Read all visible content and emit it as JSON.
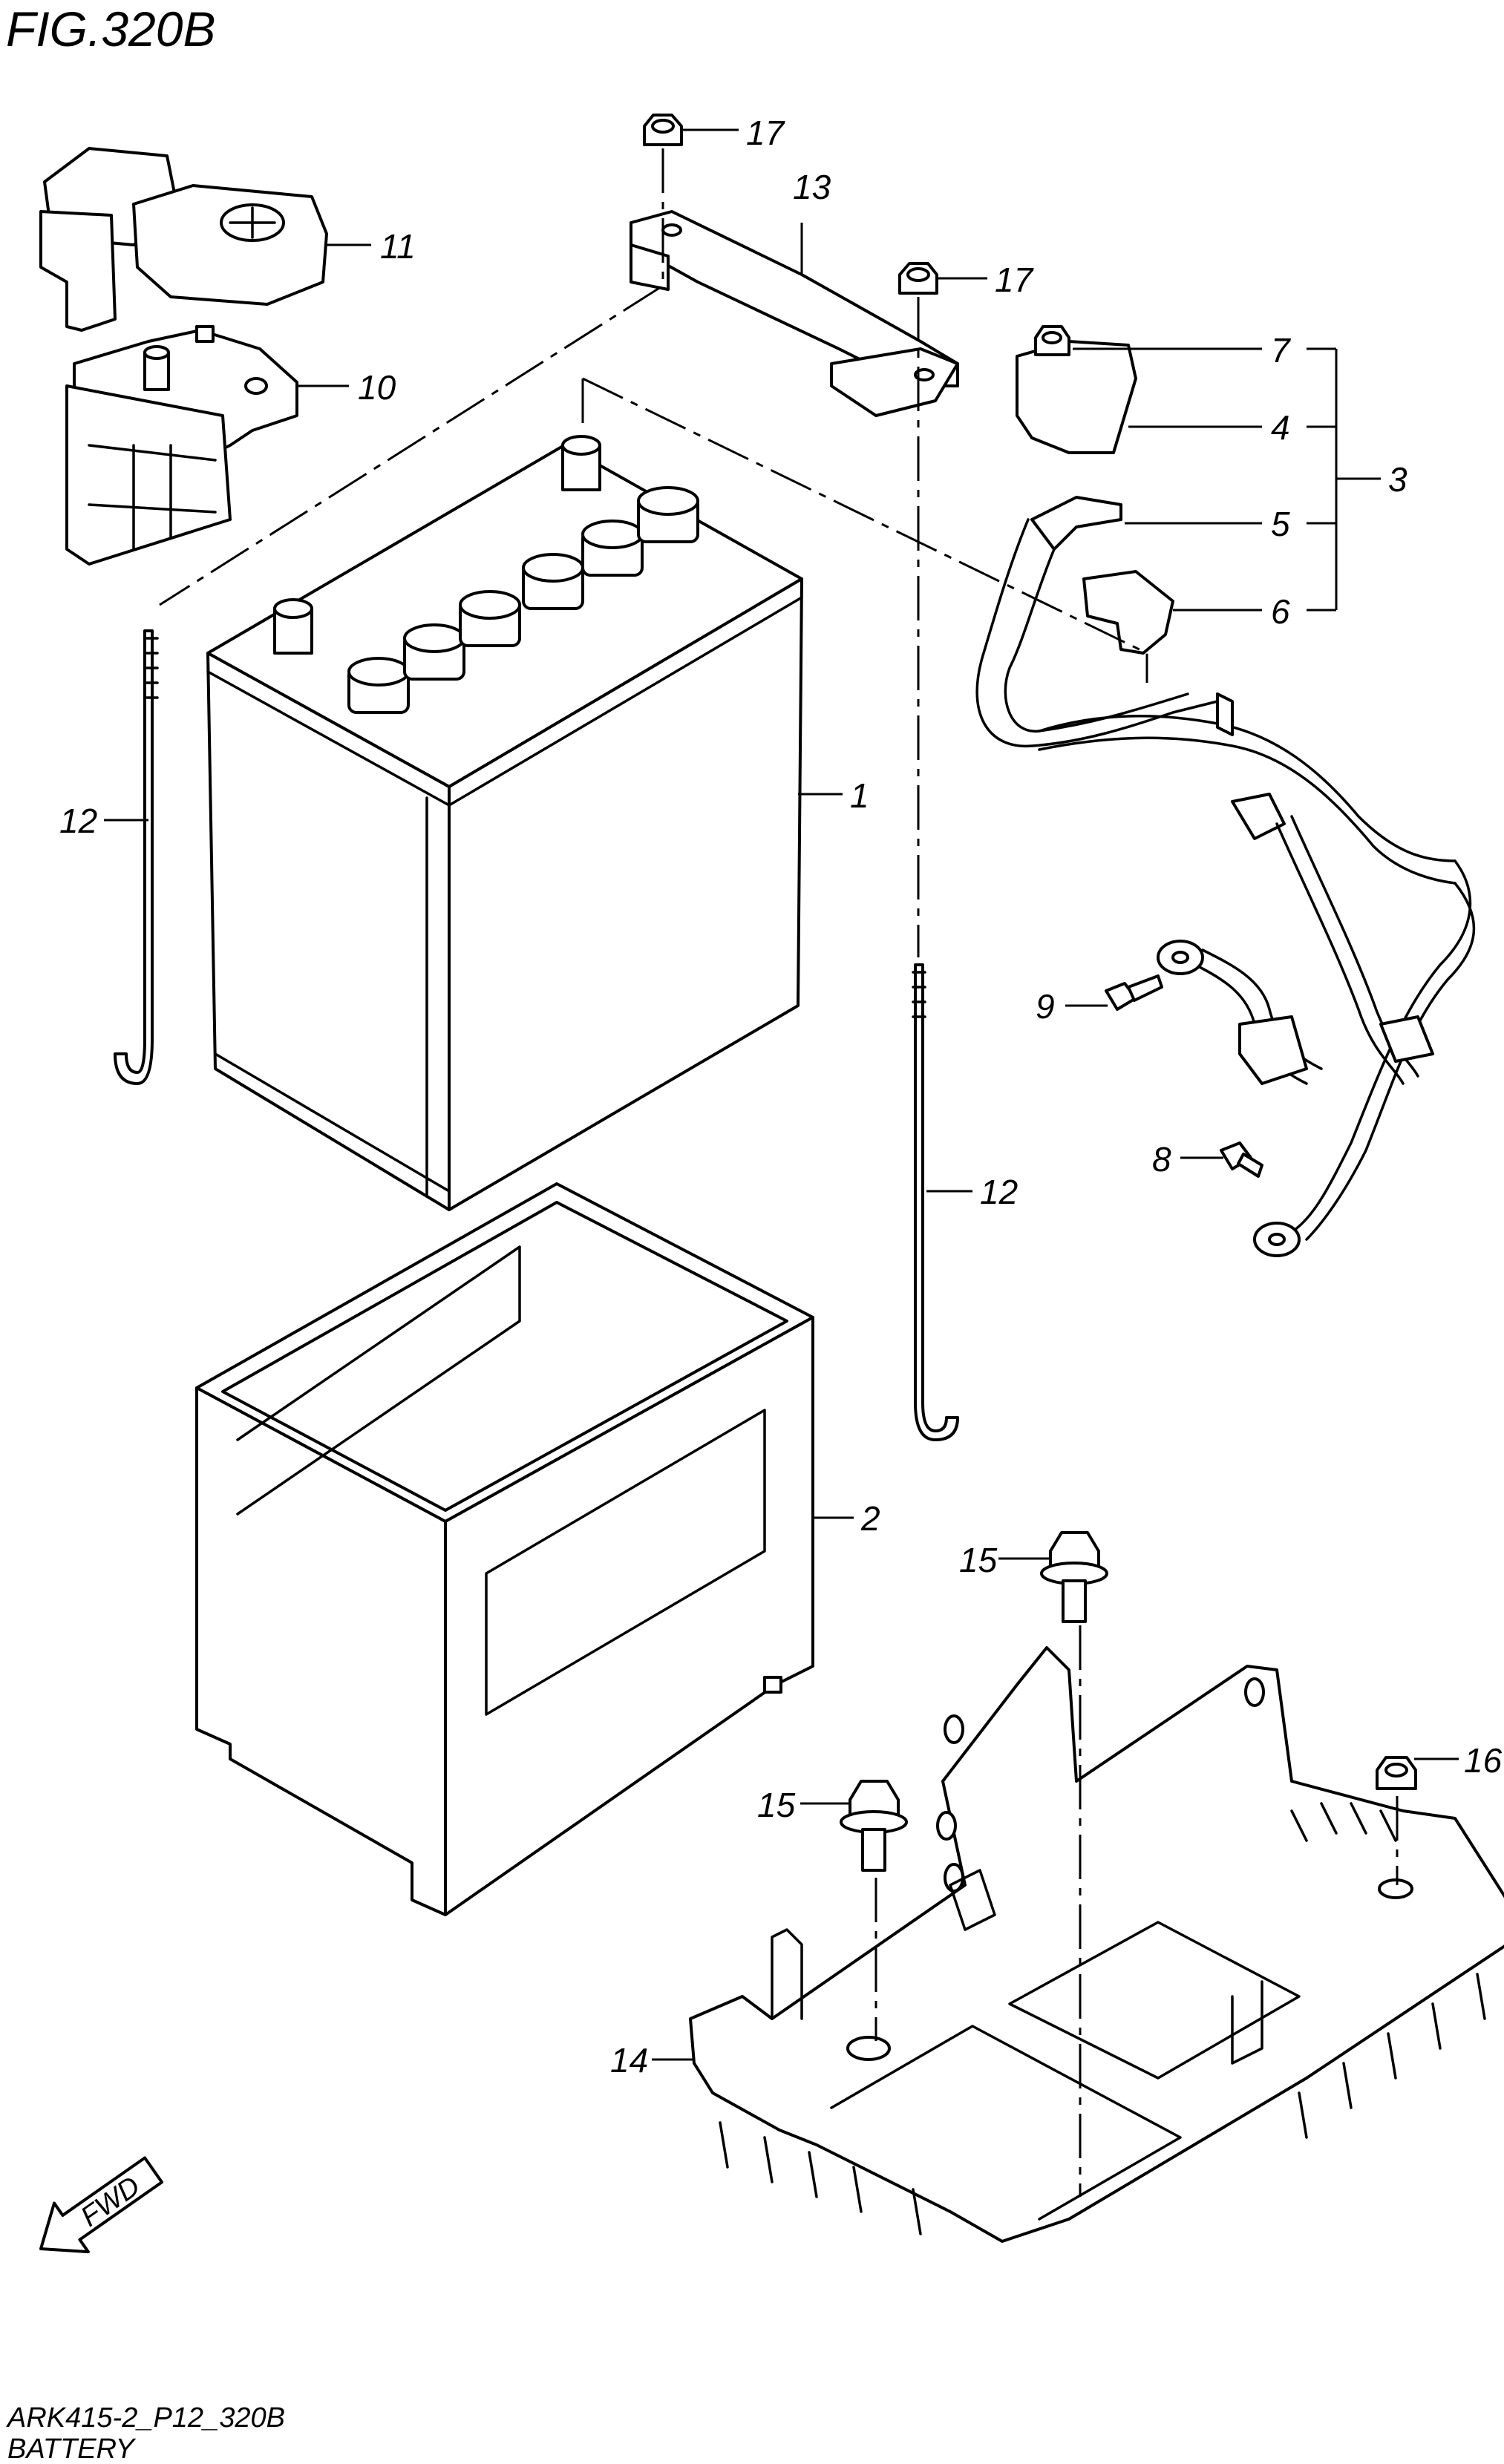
{
  "figure": {
    "title": "FIG.320B",
    "code": "ARK415-2_P12_320B",
    "caption": "BATTERY",
    "fwd_label": "FWD"
  },
  "callouts": [
    "1",
    "2",
    "3",
    "4",
    "5",
    "6",
    "7",
    "8",
    "9",
    "10",
    "11",
    "12",
    "12",
    "13",
    "14",
    "15",
    "15",
    "16",
    "17",
    "17"
  ]
}
